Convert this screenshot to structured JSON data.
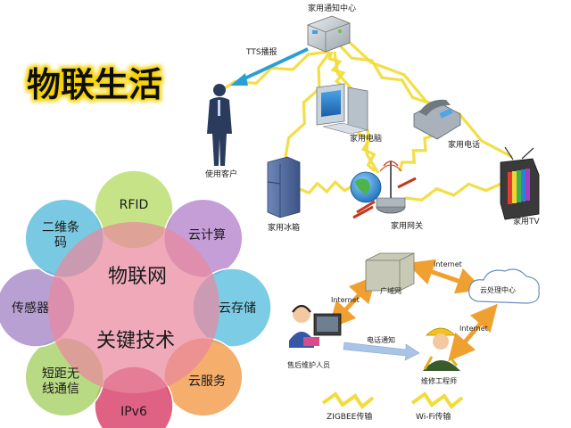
{
  "title": "物联生活",
  "colors": {
    "title_text": "#111111",
    "title_glow": "#f5d200",
    "lightning": "#f2dc3c",
    "lightning_edge": "#d9b400",
    "internet_arrow": "#f0a030",
    "phone_arrow": "#a9c4e6",
    "tts_arrow": "#2a9fd6"
  },
  "wheel": {
    "center_top": "物联网",
    "center_bottom": "关键技术",
    "petals": [
      {
        "label": "RFID",
        "color": "#b9de6c"
      },
      {
        "label": "云计算",
        "color": "#b889cf"
      },
      {
        "label": "云存储",
        "color": "#5fc1e0"
      },
      {
        "label": "云服务",
        "color": "#f39c4c"
      },
      {
        "label": "IPv6",
        "color": "#d8406a"
      },
      {
        "label": "短距无\n线通信",
        "color": "#a9d26a"
      },
      {
        "label": "传感器",
        "color": "#a98bc9"
      },
      {
        "label": "二维条\n码",
        "color": "#5dbddc"
      }
    ]
  },
  "network": {
    "notify_center": "家用通知中心",
    "tts": "TTS播报",
    "customer": "使用客户",
    "pc": "家用电脑",
    "phone": "家用电话",
    "fridge": "家用冰箱",
    "gateway": "家用网关",
    "tv": "家用TV",
    "wan": "广域网",
    "internet_1": "Internet",
    "internet_2": "Internet",
    "internet_3": "Internet",
    "cloud": "云处理中心",
    "phone_notify": "电话通知",
    "service_staff": "售后维护人员",
    "engineer": "维修工程师"
  },
  "legend": {
    "zigbee": "ZIGBEE传输",
    "wifi": "Wi-Fi传输"
  }
}
